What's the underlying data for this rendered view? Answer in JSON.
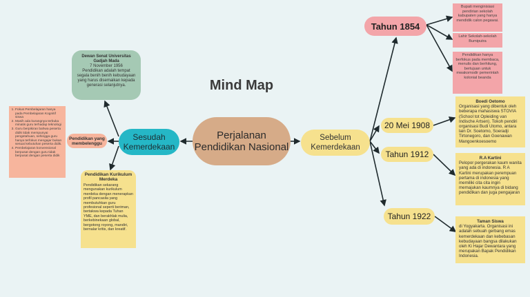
{
  "title": "Mind Map",
  "center": "Perjalanan Pendidikan Nasional",
  "left_branch": {
    "label": "Sesudah Kemerdekaan",
    "dewan": {
      "title": "Dewan Senat Universitas Gadjah Mada",
      "date": "7 November 1956",
      "text": "Pendidikan adalah tempat segala benih benih kebudayaan yang harus disemaikan kepada generasi selanjutnya."
    },
    "pembelenggu": {
      "label": "Pendidikan yang membelenggu",
      "items": [
        "Fokus Pembelajaran hanya pada Pembelajaran Kognitif siswa",
        "Masih ada kurangnya terbuka minatis guru terhadap teknologi",
        "Guru berpikiran bahwa peserta didik tidak mempunyai pengetahuan, sehingga guru hanya terfokus mengajar bukan sesuai kebutuhan peserta didik.",
        "Pembelajaran konvensional berpusat dengan guru tidak berpusat dengan peserta didik"
      ]
    },
    "kurikulum": {
      "title": "Pendidikan Kurikulum Merdeka",
      "text": "Pendidikan sekarang mengunakan kurikulum merdeka dengan menerapkan profil pancasila yang membutuhkan guru profesional seperti beriman, bertakwa kepada Tuhan YME, dan berakhlak mulia, berkebinekaan global, bergotong royong, mandiri, bernalar kritis, dan kreatif."
    }
  },
  "right_branch": {
    "label": "Sebelum Kemerdekaan",
    "tahun1854": {
      "label": "Tahun 1854",
      "notes": [
        "Bupati menginisiasi pendirian sekolah kabupaten yang hanya mendidik calon pegawai.",
        "Lahir Sekolah-sekolah Bumiputra",
        "Pendidikan hanya berfokus pada membaca, menulis dan berhitung, bertujuan untuk mwakomodir pemerintah kolonial beanda"
      ]
    },
    "mei1908": {
      "label": "20 Mei 1908",
      "title": "Boedi Oetomo",
      "text": "Organisasi yang dibentuk oleh beberapa mahasiswa STOVIA (School  tot Opleiding van Indische Artsen). Tokoh pendiri organisasi Budi Utomo, antara lain Dr. Soetomo, Soeradji Tirtonegoro, dan Goenawan Mangoenkoesoemo"
    },
    "tahun1912": {
      "label": "Tahun 1912",
      "title": "R.A Kartini",
      "text": "Pelopor pergerakan kaum wanita yang ada di indonesia. R A Kartini merupakan perempuan pertama di indonesia yang memiliki cita cita ingin memajukan kaumnya di bidang pendidikan dan juga pengajaran"
    },
    "tahun1922": {
      "label": "Tahun 1922",
      "title": "Taman Siswa",
      "text": "di Yogyakarta. Organisasi ini adalah sebuah gerbang emas kemerdekaan dan kebebasan kebudayaan bangsa dilakukan oleh Ki Hajar Dewantara yang merupakan Bapak Pendidikan Indonesia."
    }
  },
  "colors": {
    "background": "#eaf3f4",
    "center": "#d6ab88",
    "sesudah": "#25b7c6",
    "yellow": "#f6e18e",
    "pink": "#f3a5a9",
    "green": "#a5c9b4",
    "salmon": "#f7b59d",
    "line": "#1f2a2d"
  }
}
